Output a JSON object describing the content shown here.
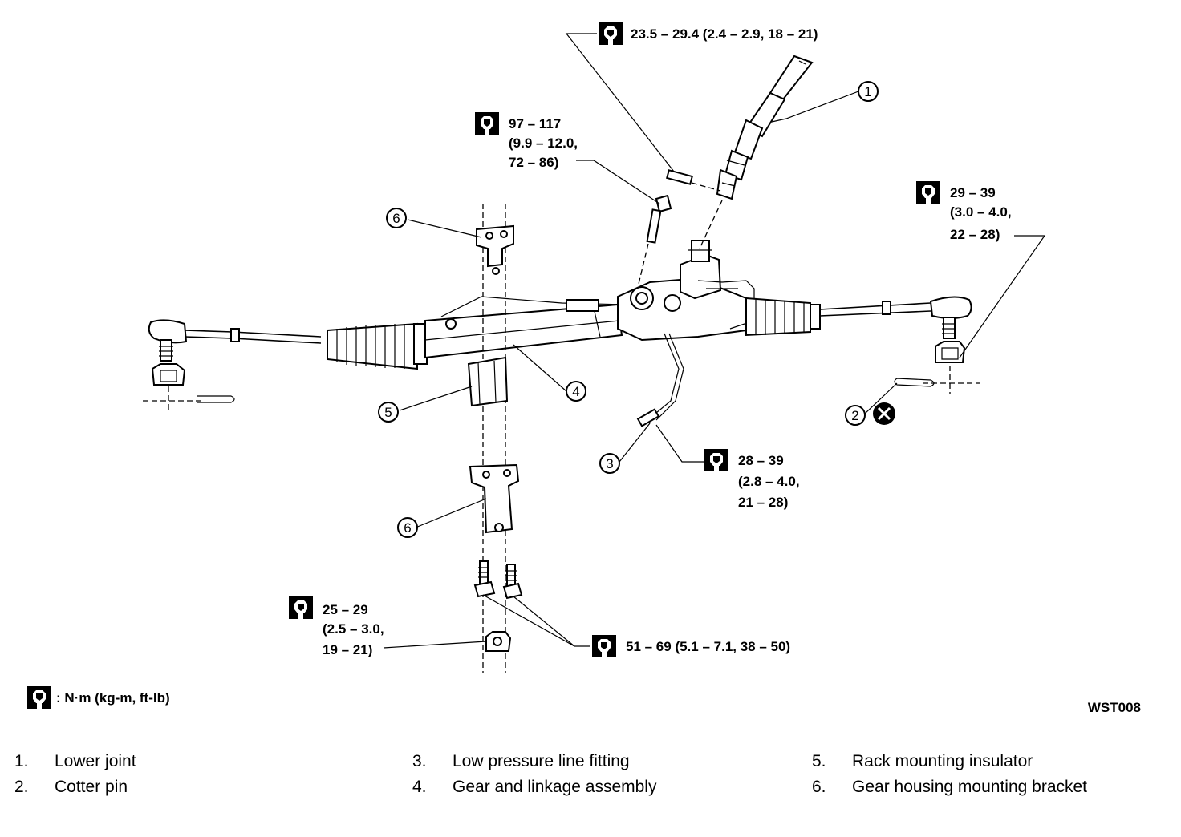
{
  "torque": {
    "upper_joint": "23.5 – 29.4 (2.4 – 2.9, 18 – 21)",
    "pinion_bolt": [
      "97 – 117",
      "(9.9 – 12.0,",
      "72 – 86)"
    ],
    "tie_rod_nut": [
      "29 – 39",
      "(3.0 – 4.0,",
      "22 – 28)"
    ],
    "line_fitting": [
      "28 – 39",
      "(2.8 – 4.0,",
      "21 – 28)"
    ],
    "bracket_nut": [
      "25 – 29",
      "(2.5 – 3.0,",
      "19 – 21)"
    ],
    "bracket_bolts": "51 – 69 (5.1 – 7.1, 38 – 50)",
    "units_note": ": N·m (kg-m, ft-lb)"
  },
  "callouts": [
    "1",
    "2",
    "3",
    "4",
    "5",
    "6",
    "6"
  ],
  "figure_id": "WST008",
  "legend": [
    {
      "num": "1.",
      "text": "Lower joint"
    },
    {
      "num": "2.",
      "text": "Cotter pin"
    },
    {
      "num": "3.",
      "text": "Low pressure line fitting"
    },
    {
      "num": "4.",
      "text": "Gear and linkage assembly"
    },
    {
      "num": "5.",
      "text": "Rack mounting insulator"
    },
    {
      "num": "6.",
      "text": "Gear housing mounting bracket"
    }
  ],
  "icons": {
    "torque": "torque-wrench-icon",
    "replace": "do-not-reuse-icon"
  }
}
